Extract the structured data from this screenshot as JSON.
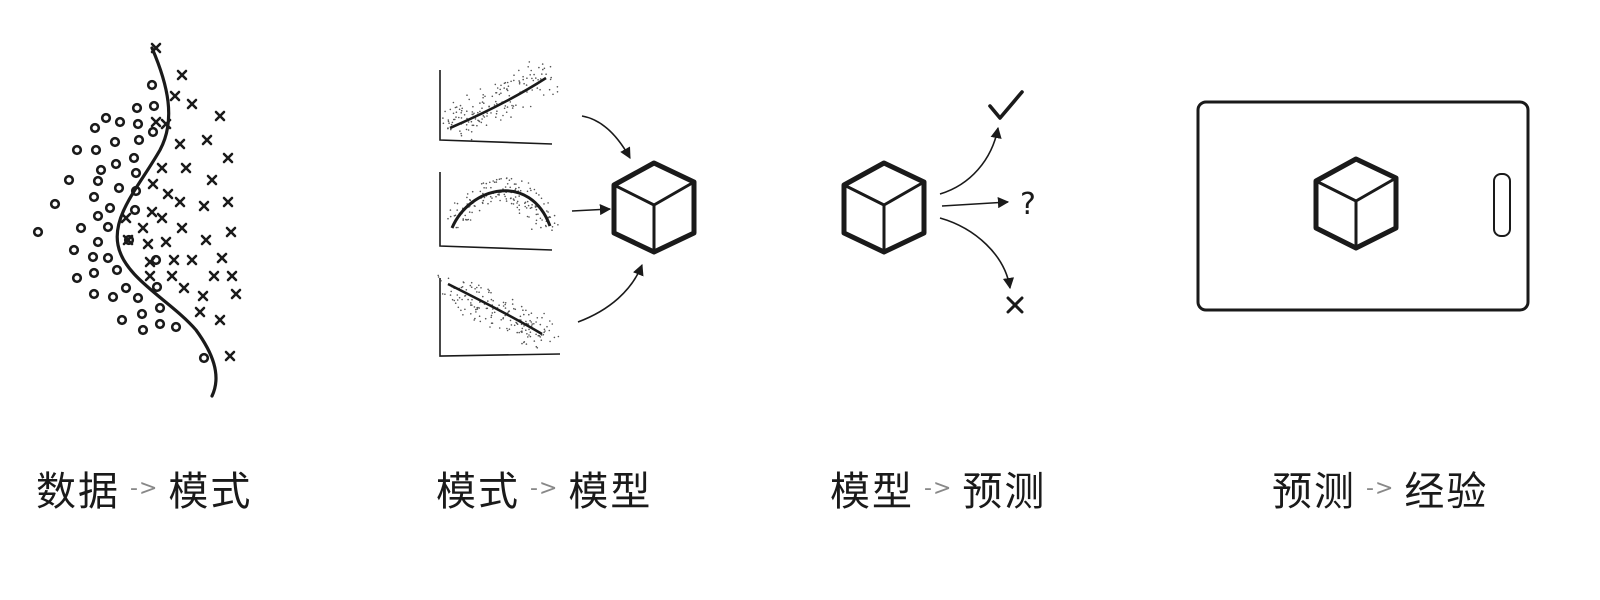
{
  "panels": [
    {
      "from": "数据",
      "arrow": "->",
      "to": "模式"
    },
    {
      "from": "模式",
      "arrow": "->",
      "to": "模型"
    },
    {
      "from": "模型",
      "arrow": "->",
      "to": "预测"
    },
    {
      "from": "预测",
      "arrow": "->",
      "to": "经验"
    }
  ],
  "outcomes": {
    "unknown": "?"
  },
  "colors": {
    "ink": "#1a1a1a",
    "arrow_text": "#888888",
    "background": "#ffffff"
  }
}
